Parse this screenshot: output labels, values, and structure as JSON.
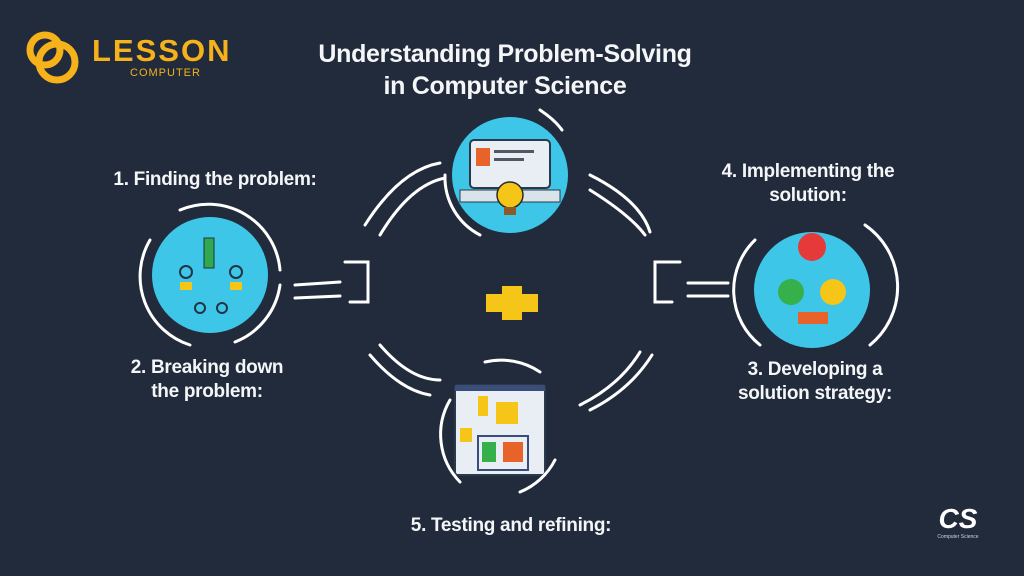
{
  "logo": {
    "brand": "LESSON",
    "sub": "COMPUTER",
    "color": "#f5b21a"
  },
  "title": {
    "line1": "Understanding Problem-Solving",
    "line2": "in Computer Science"
  },
  "steps": [
    {
      "line1": "1. Finding the problem:",
      "line2": ""
    },
    {
      "line1": "2. Breaking down",
      "line2": "the problem:"
    },
    {
      "line1": "3. Developing a",
      "line2": "solution strategy:"
    },
    {
      "line1": "4. Implementing the",
      "line2": "solution:"
    },
    {
      "line1": "5. Testing and refining:",
      "line2": ""
    }
  ],
  "corner_logo": {
    "mark": "CS",
    "caption": "Computer Science"
  },
  "colors": {
    "background": "#222b3b",
    "circle": "#3ec6e8",
    "accent": "#f5c518"
  }
}
